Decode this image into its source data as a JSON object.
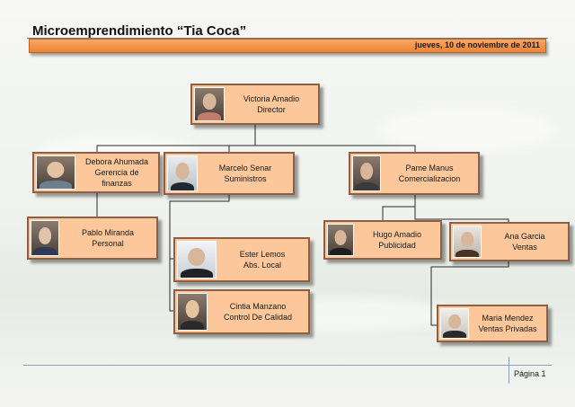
{
  "title": "Microemprendimiento  “Tia Coca”",
  "date": "jueves, 10 de noviembre de 2011",
  "colors": {
    "node_fill": "#fcc79b",
    "node_border": "#8e5f45",
    "header_bar": "#ee8537"
  },
  "org": {
    "director": {
      "name": "Victoria Amadio",
      "role": "Director",
      "photo_icon": "portrait-photo"
    },
    "gerencia": {
      "name": "Debora Ahumada",
      "role": "Gerencia de finanzas",
      "photo_icon": "portrait-photo"
    },
    "suministros": {
      "name": "Marcelo Senar",
      "role": "Suministros",
      "photo_icon": "portrait-photo"
    },
    "comercial": {
      "name": "Pame Manus",
      "role": "Comercializacion",
      "photo_icon": "portrait-photo"
    },
    "personal": {
      "name": "Pablo Miranda",
      "role": "Personal",
      "photo_icon": "portrait-photo"
    },
    "abs_local": {
      "name": "Ester Lemos",
      "role": "Abs. Local",
      "photo_icon": "portrait-photo"
    },
    "calidad": {
      "name": "Cintia Manzano",
      "role": "Control De Calidad",
      "photo_icon": "portrait-photo"
    },
    "publicidad": {
      "name": "Hugo Amadio",
      "role": "Publicidad",
      "photo_icon": "portrait-photo"
    },
    "ventas": {
      "name": "Ana Garcia",
      "role": "Ventas",
      "photo_icon": "portrait-photo"
    },
    "ventas_privadas": {
      "name": "Maria Mendez",
      "role": "Ventas Privadas",
      "photo_icon": "portrait-photo"
    }
  },
  "footer": {
    "page": "Página 1"
  }
}
